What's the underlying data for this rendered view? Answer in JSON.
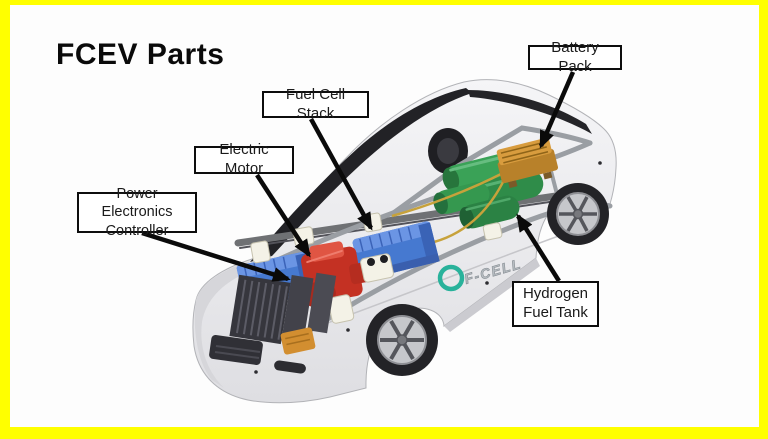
{
  "title": "FCEV Parts",
  "frame": {
    "border_color": "#FFFF00",
    "background": "#FDFDFD"
  },
  "diagram": {
    "subject": "Fuel cell electric vehicle cutaway illustration",
    "branding": "F-CELL",
    "arrow_color": "#0A0A0A",
    "label_border_color": "#0D0D0D",
    "labels": [
      {
        "id": "battery-pack",
        "text": "Battery Pack",
        "component_color": "#C9892C"
      },
      {
        "id": "fuel-cell-stack",
        "text": "Fuel Cell Stack",
        "component_color": "#4679D0"
      },
      {
        "id": "electric-motor",
        "text": "Electric Motor",
        "component_color": "#C43123"
      },
      {
        "id": "power-electronics-controller",
        "text": "Power Electronics Controller",
        "component_color": "#4679D0"
      },
      {
        "id": "hydrogen-fuel-tank",
        "text": "Hydrogen Fuel Tank",
        "component_color": "#3AA257"
      }
    ]
  }
}
